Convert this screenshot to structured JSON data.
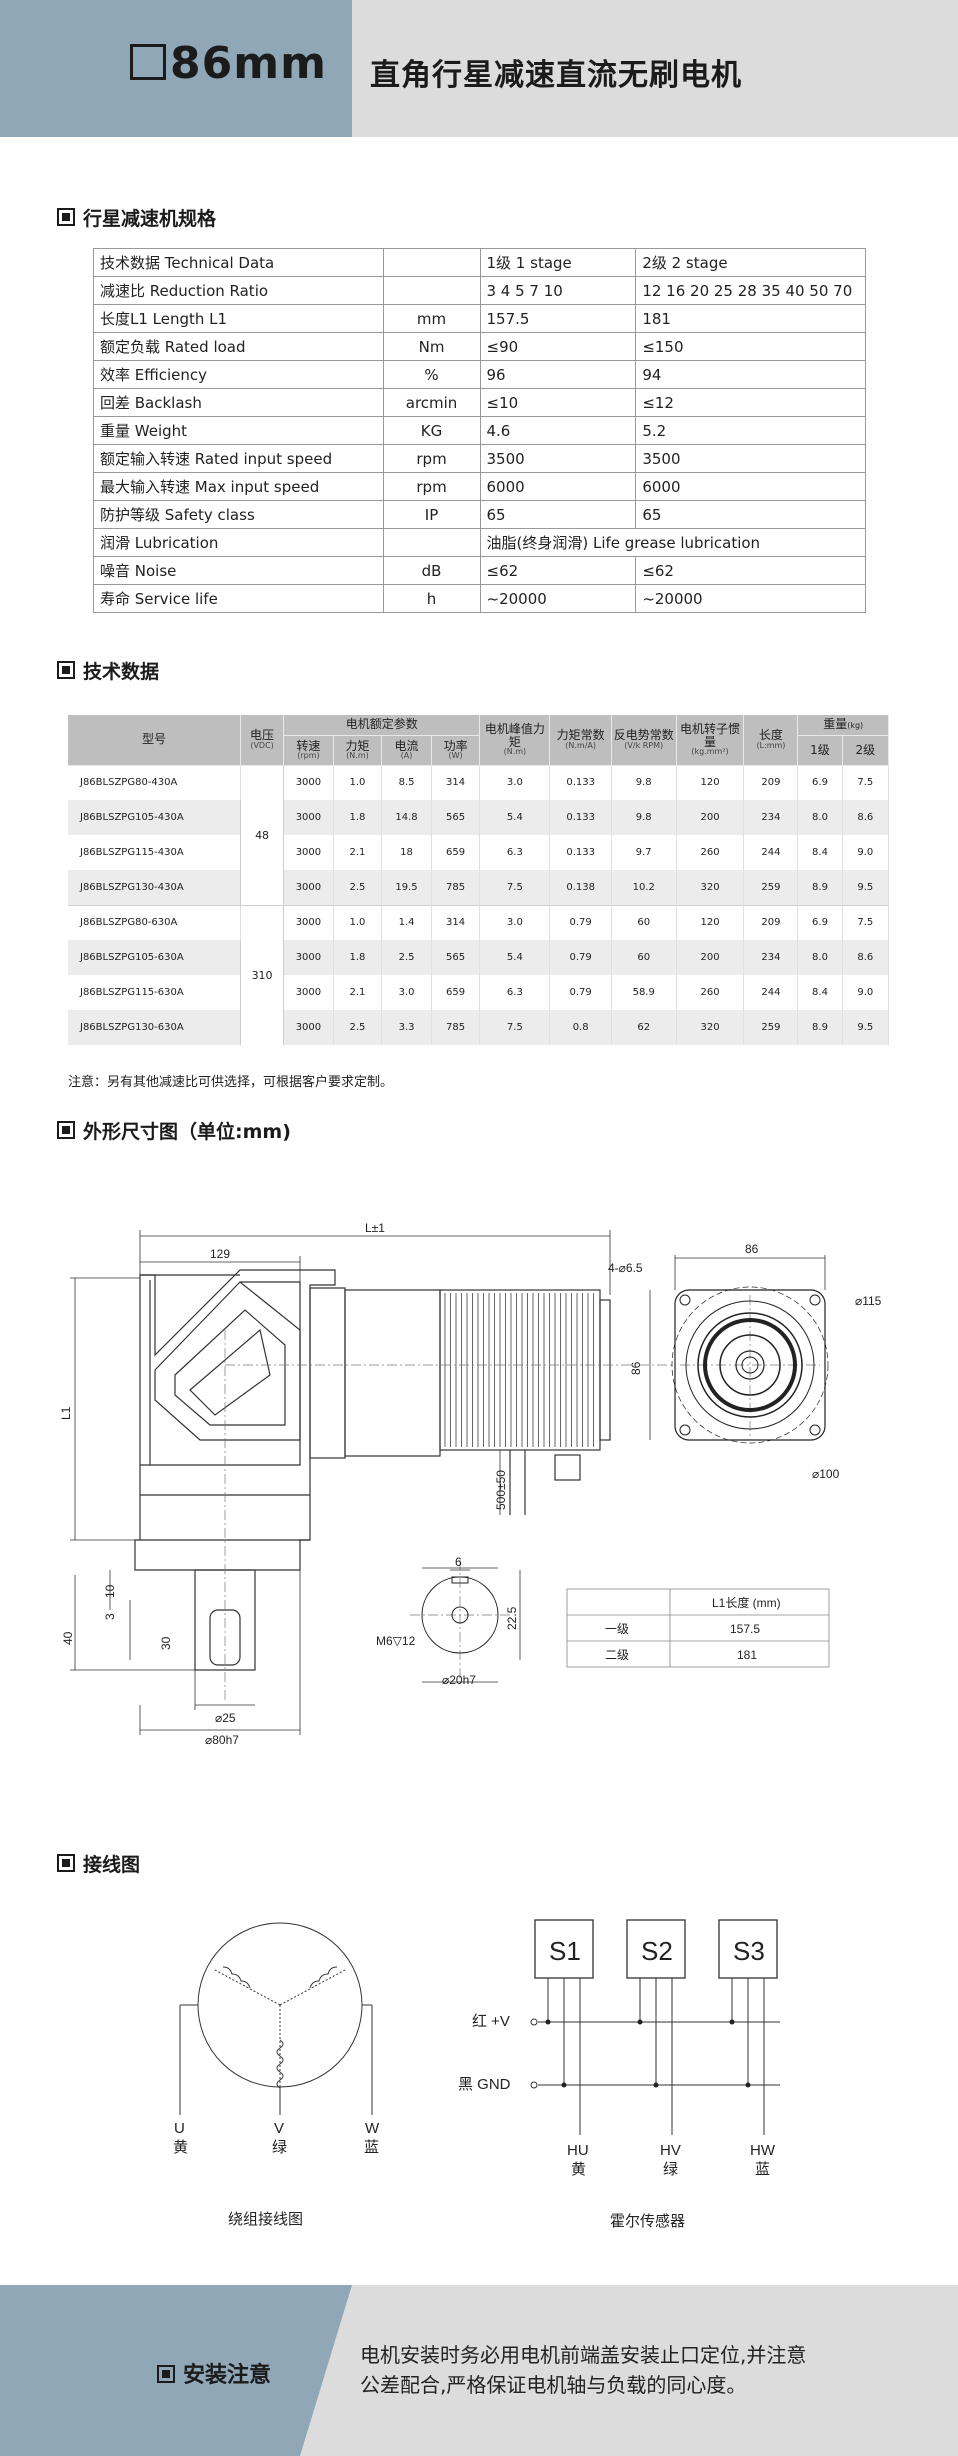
{
  "header": {
    "model": "86mm",
    "title": "直角行星减速直流无刷电机"
  },
  "sections": {
    "spec": "行星减速机规格",
    "tech": "技术数据",
    "dims": "外形尺寸图（单位:mm)",
    "wiring": "接线图"
  },
  "spec_table": [
    [
      "技术数据  Technical Data",
      "",
      "1级  1 stage",
      "2级  2 stage"
    ],
    [
      "减速比  Reduction Ratio",
      "",
      "3  4  5  7 10",
      "12 16  20 25 28 35 40 50 70"
    ],
    [
      "长度L1  Length L1",
      "mm",
      "157.5",
      "181"
    ],
    [
      "额定负载  Rated load",
      "Nm",
      "≤90",
      "≤150"
    ],
    [
      "效率  Efficiency",
      "%",
      "96",
      "94"
    ],
    [
      "回差  Backlash",
      "arcmin",
      "≤10",
      "≤12"
    ],
    [
      "重量  Weight",
      "KG",
      "4.6",
      "5.2"
    ],
    [
      "额定输入转速  Rated input speed",
      "rpm",
      "3500",
      "3500"
    ],
    [
      "最大输入转速  Max input speed",
      "rpm",
      "6000",
      "6000"
    ],
    [
      "防护等级 Safety class",
      "IP",
      "65",
      "65"
    ],
    [
      "润滑  Lubrication",
      "",
      "油脂(终身润滑)  Life grease lubrication",
      ""
    ],
    [
      "噪音  Noise",
      "dB",
      "≤62",
      "≤62"
    ],
    [
      "寿命  Service life",
      "h",
      "~20000",
      "~20000"
    ]
  ],
  "tech_head": {
    "model": "型号",
    "voltage": "电压",
    "voltage_u": "(VDC)",
    "rated": "电机额定参数",
    "speed": "转速",
    "speed_u": "(rpm)",
    "torque": "力矩",
    "torque_u": "(N.m)",
    "current": "电流",
    "current_u": "(A)",
    "power": "功率",
    "power_u": "(W)",
    "peak": "电机峰值力矩",
    "peak_u": "(N.m)",
    "tconst": "力矩常数",
    "tconst_u": "(N.m/A)",
    "bemf": "反电势常数",
    "bemf_u": "(V/k RPM)",
    "inertia": "电机转子惯量",
    "inertia_u": "(kg.mm²)",
    "length": "长度",
    "length_u": "(L:mm)",
    "weight": "重量",
    "weight_u": "(kg)",
    "st1": "1级",
    "st2": "2级"
  },
  "tech_groups": [
    {
      "voltage": "48",
      "rows": [
        [
          "J86BLSZPG80-430A",
          "3000",
          "1.0",
          "8.5",
          "314",
          "3.0",
          "0.133",
          "9.8",
          "120",
          "209",
          "6.9",
          "7.5"
        ],
        [
          "J86BLSZPG105-430A",
          "3000",
          "1.8",
          "14.8",
          "565",
          "5.4",
          "0.133",
          "9.8",
          "200",
          "234",
          "8.0",
          "8.6"
        ],
        [
          "J86BLSZPG115-430A",
          "3000",
          "2.1",
          "18",
          "659",
          "6.3",
          "0.133",
          "9.7",
          "260",
          "244",
          "8.4",
          "9.0"
        ],
        [
          "J86BLSZPG130-430A",
          "3000",
          "2.5",
          "19.5",
          "785",
          "7.5",
          "0.138",
          "10.2",
          "320",
          "259",
          "8.9",
          "9.5"
        ]
      ]
    },
    {
      "voltage": "310",
      "rows": [
        [
          "J86BLSZPG80-630A",
          "3000",
          "1.0",
          "1.4",
          "314",
          "3.0",
          "0.79",
          "60",
          "120",
          "209",
          "6.9",
          "7.5"
        ],
        [
          "J86BLSZPG105-630A",
          "3000",
          "1.8",
          "2.5",
          "565",
          "5.4",
          "0.79",
          "60",
          "200",
          "234",
          "8.0",
          "8.6"
        ],
        [
          "J86BLSZPG115-630A",
          "3000",
          "2.1",
          "3.0",
          "659",
          "6.3",
          "0.79",
          "58.9",
          "260",
          "244",
          "8.4",
          "9.0"
        ],
        [
          "J86BLSZPG130-630A",
          "3000",
          "2.5",
          "3.3",
          "785",
          "7.5",
          "0.8",
          "62",
          "320",
          "259",
          "8.9",
          "9.5"
        ]
      ]
    }
  ],
  "note": "注意：另有其他减速比可供选择，可根据客户要求定制。",
  "dims": {
    "L": "L±1",
    "d129": "129",
    "d86": "86",
    "hole": "4-⌀6.5",
    "d115": "⌀115",
    "d86v": "86",
    "d100": "⌀100",
    "d500": "500±50",
    "L1": "L1",
    "d3": "3",
    "d10": "10",
    "d40": "40",
    "d30": "30",
    "d25": "⌀25",
    "d80": "⌀80h7",
    "d6": "6",
    "m6": "M6▽12",
    "d225": "22.5",
    "d20": "⌀20h7",
    "lt_head": "L1长度 (mm)",
    "lt1": "一级",
    "lt1v": "157.5",
    "lt2": "二级",
    "lt2v": "181"
  },
  "wiring": {
    "u": "U",
    "u_c": "黄",
    "v": "V",
    "v_c": "绿",
    "w": "W",
    "w_c": "蓝",
    "s1": "S1",
    "s2": "S2",
    "s3": "S3",
    "red": "红 +V",
    "black": "黑 GND",
    "hu": "HU",
    "hu_c": "黄",
    "hv": "HV",
    "hv_c": "绿",
    "hw": "HW",
    "hw_c": "蓝",
    "cap1": "绕组接线图",
    "cap2": "霍尔传感器"
  },
  "footer": {
    "title": "安装注意",
    "line1": "电机安装时务必用电机前端盖安装止口定位,并注意",
    "line2": "公差配合,严格保证电机轴与负载的同心度。"
  }
}
